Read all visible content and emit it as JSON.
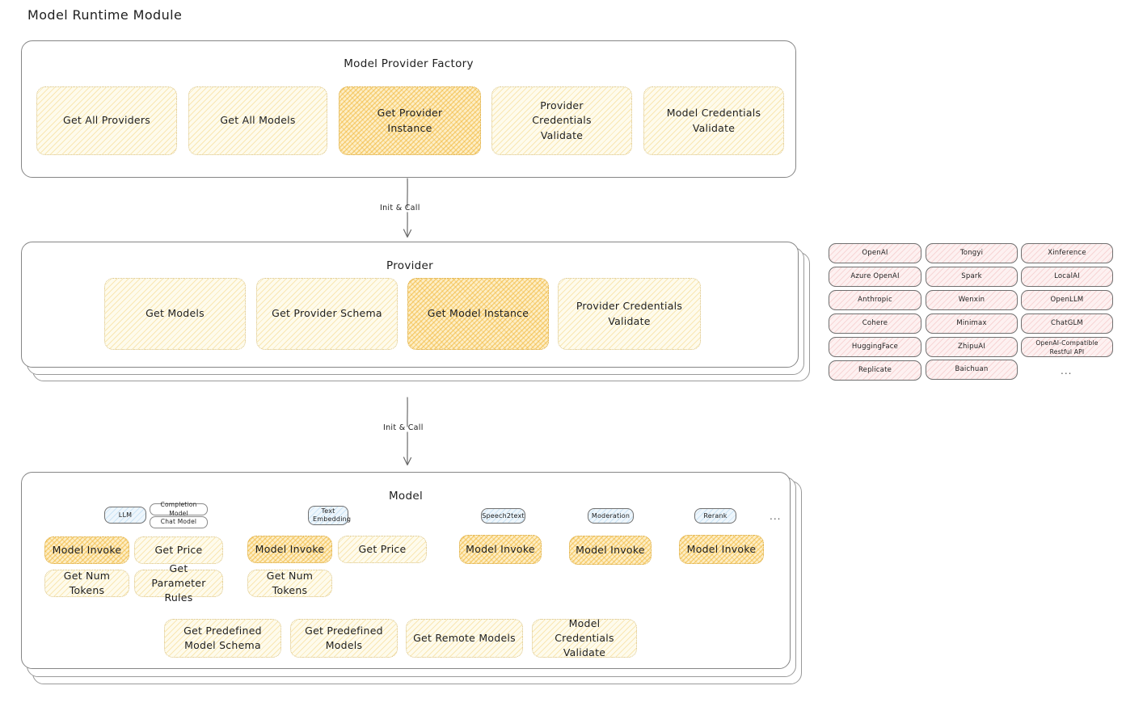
{
  "page": {
    "title": "Model Runtime Module"
  },
  "factory": {
    "title": "Model Provider Factory",
    "items": [
      {
        "label": "Get All Providers",
        "highlight": false
      },
      {
        "label": "Get All Models",
        "highlight": false
      },
      {
        "label": "Get Provider Instance",
        "highlight": true
      },
      {
        "label": "Provider Credentials Validate",
        "highlight": false
      },
      {
        "label": "Model Credentials Validate",
        "highlight": false
      }
    ]
  },
  "arrows": [
    {
      "label": "Init & Call"
    },
    {
      "label": "Init & Call"
    }
  ],
  "provider": {
    "title": "Provider",
    "items": [
      {
        "label": "Get Models",
        "highlight": false
      },
      {
        "label": "Get Provider Schema",
        "highlight": false
      },
      {
        "label": "Get Model Instance",
        "highlight": true
      },
      {
        "label": "Provider Credentials Validate",
        "highlight": false
      }
    ]
  },
  "provider_list": {
    "columns": [
      {
        "items": [
          "OpenAI",
          "Azure OpenAI",
          "Anthropic",
          "Cohere",
          "HuggingFace",
          "Replicate"
        ]
      },
      {
        "items": [
          "Tongyi",
          "Spark",
          "Wenxin",
          "Minimax",
          "ZhipuAI",
          "Baichuan"
        ]
      },
      {
        "items": [
          "Xinference",
          "LocalAI",
          "OpenLLM",
          "ChatGLM",
          "OpenAI-Compatible Restful API"
        ]
      }
    ],
    "more": "..."
  },
  "model": {
    "title": "Model",
    "more": "...",
    "types": [
      {
        "badge": "LLM",
        "sub_badges": [
          "Completion Model",
          "Chat Model"
        ],
        "ops": [
          {
            "label": "Model Invoke",
            "highlight": true
          },
          {
            "label": "Get Price",
            "highlight": false
          },
          {
            "label": "Get Num Tokens",
            "highlight": false
          },
          {
            "label": "Get Parameter Rules",
            "highlight": false
          }
        ]
      },
      {
        "badge": "Text Embedding",
        "sub_badges": [],
        "ops": [
          {
            "label": "Model Invoke",
            "highlight": true
          },
          {
            "label": "Get Price",
            "highlight": false
          },
          {
            "label": "Get Num Tokens",
            "highlight": false
          }
        ]
      },
      {
        "badge": "Speech2text",
        "sub_badges": [],
        "ops": [
          {
            "label": "Model Invoke",
            "highlight": true
          }
        ]
      },
      {
        "badge": "Moderation",
        "sub_badges": [],
        "ops": [
          {
            "label": "Model Invoke",
            "highlight": true
          }
        ]
      },
      {
        "badge": "Rerank",
        "sub_badges": [],
        "ops": [
          {
            "label": "Model Invoke",
            "highlight": true
          }
        ]
      }
    ],
    "common_ops": [
      "Get Predefined Model Schema",
      "Get Predefined Models",
      "Get Remote Models",
      "Model Credentials Validate"
    ]
  },
  "colors": {
    "highlight_fill": "#fdeec6",
    "light_fill": "#fefbec",
    "provider_chip_fill": "#fdf1f1",
    "badge_fill": "#eef6fc",
    "stroke": "#868686",
    "text": "#1e1e1e"
  }
}
